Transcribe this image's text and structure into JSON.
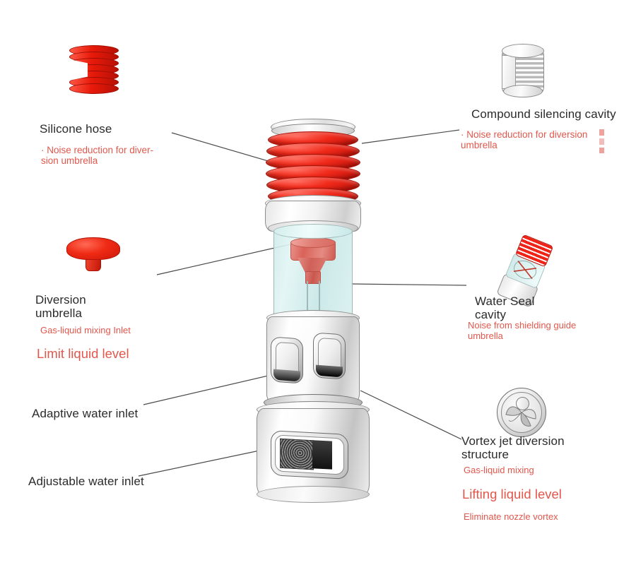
{
  "diagram": {
    "type": "exploded-technical-illustration",
    "subject": "Faucet aerator / bubbler assembly cutaway",
    "background_color": "#ffffff",
    "accent_red": "#e2574c",
    "part_red": "#ef2b15",
    "text_dark": "#2b2b2b",
    "leader_color": "#4a4a4a"
  },
  "callouts": [
    {
      "id": "silicone-hose",
      "title": "Silicone hose",
      "notes": [
        "· Noise reduction for diver-\nsion umbrella"
      ],
      "side": "left",
      "thumbnail": "red-coil-spring"
    },
    {
      "id": "compound-silencing-cavity",
      "title": "Compound silencing cavity",
      "notes": [
        "· Noise reduction for diversion\numbrella"
      ],
      "side": "right",
      "thumbnail": "ribbed-grey-cylinder"
    },
    {
      "id": "diversion-umbrella",
      "title": "Diversion\numbrella",
      "notes": [
        "Gas-liquid mixing Inlet",
        "Limit liquid level"
      ],
      "side": "left",
      "thumbnail": "red-umbrella-cap"
    },
    {
      "id": "water-seal-cavity",
      "title": "Water Seal\ncavity",
      "notes": [
        "Noise from shielding guide\numbrella"
      ],
      "side": "right",
      "thumbnail": "tilted-assembly"
    },
    {
      "id": "adaptive-water-inlet",
      "title": "Adaptive water inlet",
      "notes": [],
      "side": "left",
      "thumbnail": null
    },
    {
      "id": "vortex-jet-diversion-structure",
      "title": "Vortex jet diversion\nstructure",
      "notes": [
        "Gas-liquid mixing",
        "Lifting liquid level",
        "Eliminate nozzle vortex"
      ],
      "side": "right",
      "thumbnail": "vortex-impeller-disc"
    },
    {
      "id": "adjustable-water-inlet",
      "title": "Adjustable water inlet",
      "notes": [],
      "side": "left",
      "thumbnail": null
    }
  ],
  "labels": {
    "silicone_hose_title": "Silicone hose",
    "silicone_hose_note": "· Noise reduction for diver-\nsion umbrella",
    "compound_silencing_title": "Compound silencing cavity",
    "compound_silencing_note": "· Noise reduction for diversion\numbrella",
    "diversion_umbrella_title": "Diversion\numbrella",
    "diversion_umbrella_note1": "Gas-liquid mixing Inlet",
    "diversion_umbrella_note2": "Limit liquid level",
    "water_seal_title": "Water Seal\ncavity",
    "water_seal_note": "Noise from shielding guide\numbrella",
    "adaptive_water_inlet_title": "Adaptive water inlet",
    "vortex_title": "Vortex jet diversion\nstructure",
    "vortex_note1": "Gas-liquid mixing",
    "vortex_note2": "Lifting liquid level",
    "vortex_note3": "Eliminate nozzle vortex",
    "adjustable_water_inlet_title": "Adjustable water inlet"
  },
  "device_sections": [
    {
      "name": "silicone-bellows",
      "color": "#ef2b15",
      "ring_count": 7
    },
    {
      "name": "upper-collar",
      "color": "#e8e8e8"
    },
    {
      "name": "transparent-water-seal-cavity",
      "color": "#cdeae9"
    },
    {
      "name": "diversion-umbrella-insert",
      "color": "#d9635a"
    },
    {
      "name": "adaptive-water-inlet-barrel",
      "color": "#e0e0e0",
      "window_count": 2
    },
    {
      "name": "adjustable-water-inlet-base",
      "color": "#dcdcdc",
      "window_count": 1
    }
  ]
}
